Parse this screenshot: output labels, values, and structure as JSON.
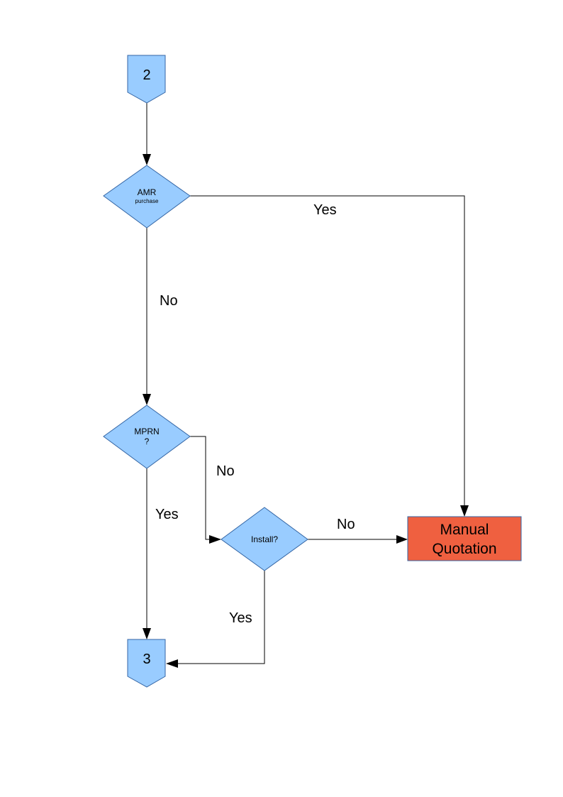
{
  "connectors": {
    "top": {
      "label": "2"
    },
    "bottom": {
      "label": "3"
    }
  },
  "decisions": {
    "amr": {
      "line1": "AMR",
      "line2": "purchase"
    },
    "mprn": {
      "line1": "MPRN",
      "line2": "?"
    },
    "install": {
      "label": "Install?"
    }
  },
  "process": {
    "manual_quotation": {
      "line1": "Manual",
      "line2": "Quotation"
    }
  },
  "edge_labels": {
    "amr_yes": "Yes",
    "amr_no": "No",
    "mprn_no": "No",
    "mprn_yes": "Yes",
    "install_no": "No",
    "install_yes": "Yes"
  },
  "colors": {
    "shape_fill": "#99ccff",
    "shape_stroke": "#3465a4",
    "process_fill": "#ef6040"
  }
}
